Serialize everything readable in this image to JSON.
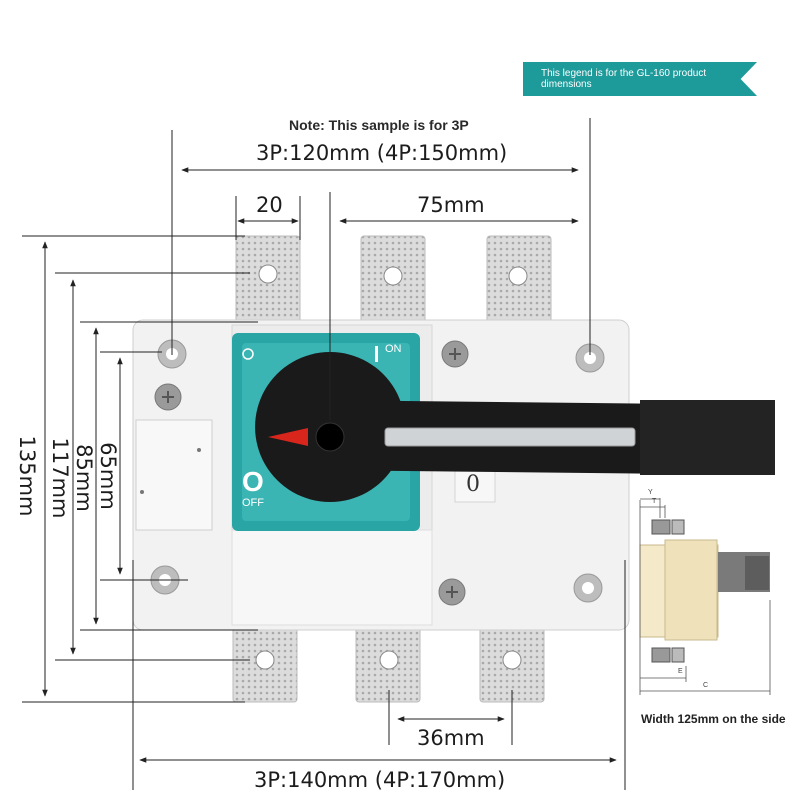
{
  "legend_note": "This legend is for the GL-160 product dimensions",
  "sample_note": "Note: This sample is for 3P",
  "dimensions": {
    "top_width": "3P:120mm (4P:150mm)",
    "terminal_width": "20",
    "terminal_pitch": "75mm",
    "bottom_pitch": "36mm",
    "bottom_width": "3P:140mm (4P:170mm)",
    "height_135": "135mm",
    "height_117": "117mm",
    "height_85": "85mm",
    "height_65": "65mm"
  },
  "switch": {
    "on_label": "ON",
    "off_symbol": "O",
    "off_label": "OFF",
    "position_mark": "0"
  },
  "side_view": {
    "labels": [
      "Y",
      "T",
      "E",
      "C"
    ],
    "caption": "Width 125mm on the side"
  },
  "colors": {
    "teal_label": "#2aa5a5",
    "legend_bg": "#1d9a9a",
    "handle": "#1a1a1a",
    "indicator": "#d9261c",
    "body": "#f2f2f2",
    "side_body": "#f4e9c8"
  }
}
